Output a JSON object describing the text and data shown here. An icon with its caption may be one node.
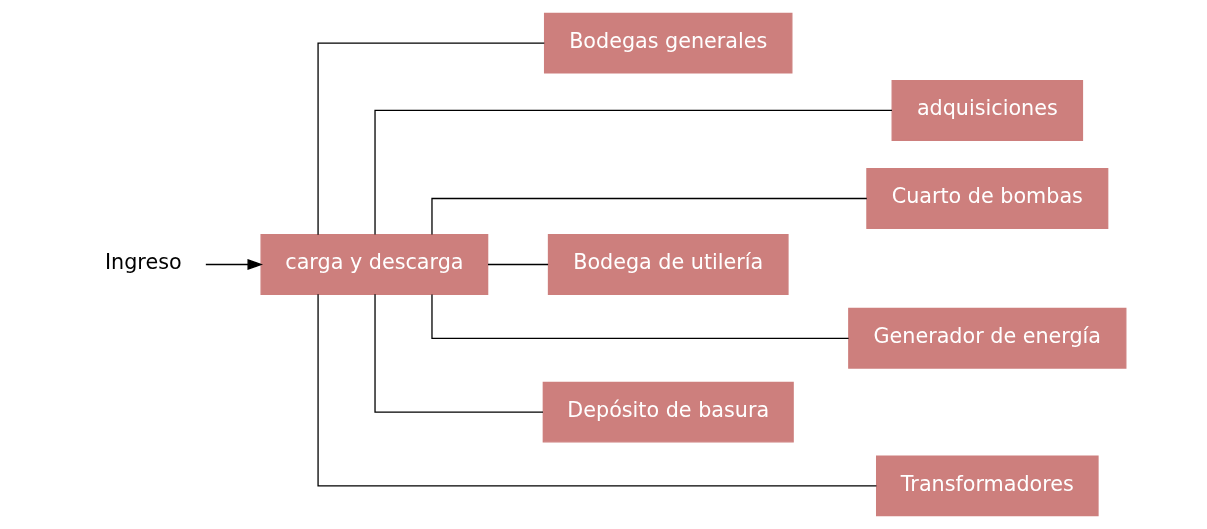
{
  "diagram": {
    "nodes": [
      {
        "text": [
          "Ingreso"
        ]
      },
      {
        "text": [
          "carga y descarga"
        ]
      },
      {
        "text": [
          "Bodegas generales"
        ]
      },
      {
        "text": [
          "adquisiciones"
        ]
      },
      {
        "text": [
          "Cuarto de bombas"
        ]
      },
      {
        "text": [
          "Bodega de utilería"
        ]
      },
      {
        "text": [
          "Generador de energía"
        ]
      },
      {
        "text": [
          "Depósito de basura"
        ]
      },
      {
        "text": [
          "Transformadores"
        ]
      }
    ],
    "edges": [
      {
        "from": 0,
        "to": 1,
        "arrow": "to"
      },
      {
        "from": 1,
        "to": 2,
        "arrow": "none"
      },
      {
        "from": 1,
        "to": 3,
        "arrow": "none"
      },
      {
        "from": 1,
        "to": 4,
        "arrow": "none"
      },
      {
        "from": 1,
        "to": 5,
        "arrow": "none"
      },
      {
        "from": 1,
        "to": 6,
        "arrow": "none"
      },
      {
        "from": 1,
        "to": 7,
        "arrow": "none"
      },
      {
        "from": 1,
        "to": 8,
        "arrow": "none"
      }
    ]
  }
}
